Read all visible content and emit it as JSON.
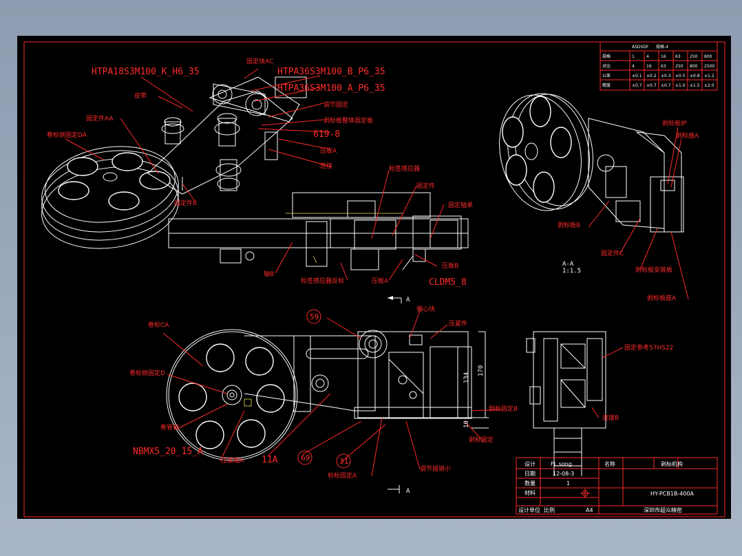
{
  "drawing": {
    "labels_en": {
      "l1": "HTPA18S3M100_K_H6_35",
      "l2": "HTPA36S3M100_B_P6_35",
      "l3": "HTPA36S3M100_A_P6_35",
      "l4": "619-8",
      "l5": "CLDM5_8",
      "l6": "NBMX5_20_15_A",
      "l7": "11A",
      "l8": "A-A",
      "l9": "1:1.5"
    },
    "labels_cn": {
      "c1": "固定块AC",
      "c2": "皮带",
      "c3": "固定件AA",
      "c4": "卷标侧固定DA",
      "c5": "固定件B",
      "c6": "调节固定",
      "c7": "剥标板整体固定板",
      "c8": "压板A",
      "c9": "连接",
      "c10": "标签感应器",
      "c11": "固定件",
      "c12": "固定轴承",
      "c13": "轴B",
      "c14": "标签感应器反标",
      "c15": "压板A",
      "c16": "压板B",
      "c17": "剥标板护",
      "c18": "剥标盘A",
      "c19": "剥标板B",
      "c20": "固定件C",
      "c21": "剥标板安装板",
      "c22": "剥标板座A",
      "c23": "卷标CA",
      "c24": "卷标侧固定D",
      "c25": "卷管轴",
      "c26": "压紧轴A",
      "c27": "偏心块",
      "c28": "压紧件",
      "c29": "剥标固定B",
      "c30": "剥标固定",
      "c31": "标标固定A",
      "c32": "调节插销小",
      "c33": "固定参考57HS22",
      "c34": "连接B"
    },
    "balloons": {
      "b59": "59",
      "b69": "69",
      "b31": "31"
    },
    "dimensions": {
      "d134": "134",
      "d170": "170",
      "d10": "10"
    },
    "section_marks": {
      "s1": "A",
      "s2": "A"
    }
  },
  "spec_table": {
    "header": [
      "ASDSDF",
      "规格-4"
    ],
    "rows": [
      [
        "规格",
        "1",
        "4",
        "16",
        "63",
        "250",
        "800"
      ],
      [
        "对比",
        "4",
        "16",
        "63",
        "250",
        "800",
        "2500"
      ],
      [
        "公差",
        "±0.1",
        "±0.2",
        "±0.3",
        "±0.5",
        "±0.8",
        "±1.2"
      ],
      [
        "精度",
        "±0.7",
        "±0.7",
        "±0.7",
        "±1.0",
        "±1.5",
        "±2.0"
      ]
    ]
  },
  "title_block": {
    "designer_label": "设计",
    "designer": "FL.song",
    "date_label": "日期",
    "date": "12-08-3",
    "qty_label": "数量",
    "qty": "1",
    "material_label": "材料",
    "name_label": "名称",
    "part_name": "剥标机构",
    "drawing_no": "HY-PCB1B-400A",
    "company_label": "设计单位",
    "scale_label": "比例",
    "paper": "A4",
    "company": "深圳市超众精密"
  },
  "colors": {
    "background": "#8e9bb0",
    "sheet": "#000000",
    "frame": "#ff2a2a",
    "annotation": "#ff2a2a",
    "geometry": "#ffffff"
  }
}
